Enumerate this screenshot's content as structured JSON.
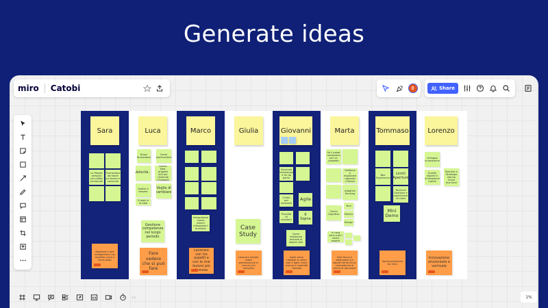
{
  "hero": {
    "title": "Generate ideas"
  },
  "app": {
    "brand": "miro",
    "board_name": "Catobi",
    "share_label": "Share",
    "avatar_initial": "8",
    "zoom": "1%"
  },
  "colors": {
    "background": "#0f2076",
    "column_dark": "#13237a",
    "column_light": "#ffffff",
    "sticky_yellow": "#fbf59b",
    "sticky_green": "#d5f692",
    "sticky_orange": "#ff9d48",
    "share_blue": "#4262ff"
  },
  "columns": [
    {
      "name": "Sara"
    },
    {
      "name": "Luca"
    },
    {
      "name": "Marco"
    },
    {
      "name": "Giulia"
    },
    {
      "name": "Giovanni"
    },
    {
      "name": "Marta"
    },
    {
      "name": "Tommaso"
    },
    {
      "name": "Lorenzo"
    }
  ],
  "notes": {
    "sara_orange": "Mostrare il fare collegamenti con modello unico a focus base",
    "sara_g3": "Le Mande semplici per piatto personale",
    "sara_g4": "Formazione del team sul lavoro e consuma",
    "luca_g1": "Nuovi finanziatori",
    "luca_g2": "Come Sperimentare",
    "luca_g3": "Velocità...",
    "luca_g4": "Nuove idee, progetti utili per l'azienda l'ingaggio",
    "luca_g5": "Analisi e tessere",
    "luca_g6": "Voglia di cambiare",
    "luca_g7": "Il team e le idee",
    "luca_g8": "Gestione competenze nel lungo periodo",
    "luca_orange": "Fare vedere che si può fare",
    "marco_g": "Integrazione nuove lezioni Integrazioni business",
    "marco_orange": "Lavorare con tre aspetti e con le mie lezioni più famose",
    "giulia_case": "Case Study",
    "giulia_orange": "Lavorare meglio, tratto promozionale in termini più semplice",
    "giov_g1": "Generare interazione e far da ponte",
    "giov_agile": "Agile",
    "giov_g2": "Criteri per mostrare",
    "giov_g3": "Pluralità di pensiero",
    "giov_sigma": "6 Sigma",
    "giov_g4": "Come migliorare requisiti ai legami dati",
    "giov_orange": "Agile come risposta ai valori tuoi e agile come risorse e modalità l'ambito",
    "marta_g1": "Se il posto necessario per un progetto",
    "marta_g2": "Gestione e migliorare rapporto il lavoro",
    "marta_adaptive": "Adaptive thinking",
    "marta_carico": "Carico Cognitivo",
    "marta_tech": "Tech",
    "marta_g3": "Mostra",
    "marta_design": "Design",
    "marta_g4": "In cosa sono tutti i nostri esperti",
    "marta_orange": "Fare focus e attenzione sul aspetti tema focus competenze al primo di decisione",
    "tom_lanes": "Bee Experience",
    "tom_limiti": "Limiti Aperiture",
    "tom_g1": "Tecniche Gestione e organizzare un team",
    "tom_demo": "Mini Demo",
    "tom_orange": "Sperimentazione Da Vinci",
    "lor_g1": "Sviluppo innovazione",
    "lor_g2": "Barriere e Strategie stanno meno due temi",
    "lor_g3": "Quality esperti e innovazione rapida",
    "lor_orange": "Innovazione orizzontale e verticale"
  },
  "icons": {
    "star": "star-icon",
    "export": "export-icon",
    "reactions": "reaction-icon",
    "celebrate": "celebrate-icon",
    "settings": "settings-icon",
    "help": "help-icon",
    "bell": "bell-icon",
    "search": "search-icon",
    "notes": "notes-icon"
  }
}
